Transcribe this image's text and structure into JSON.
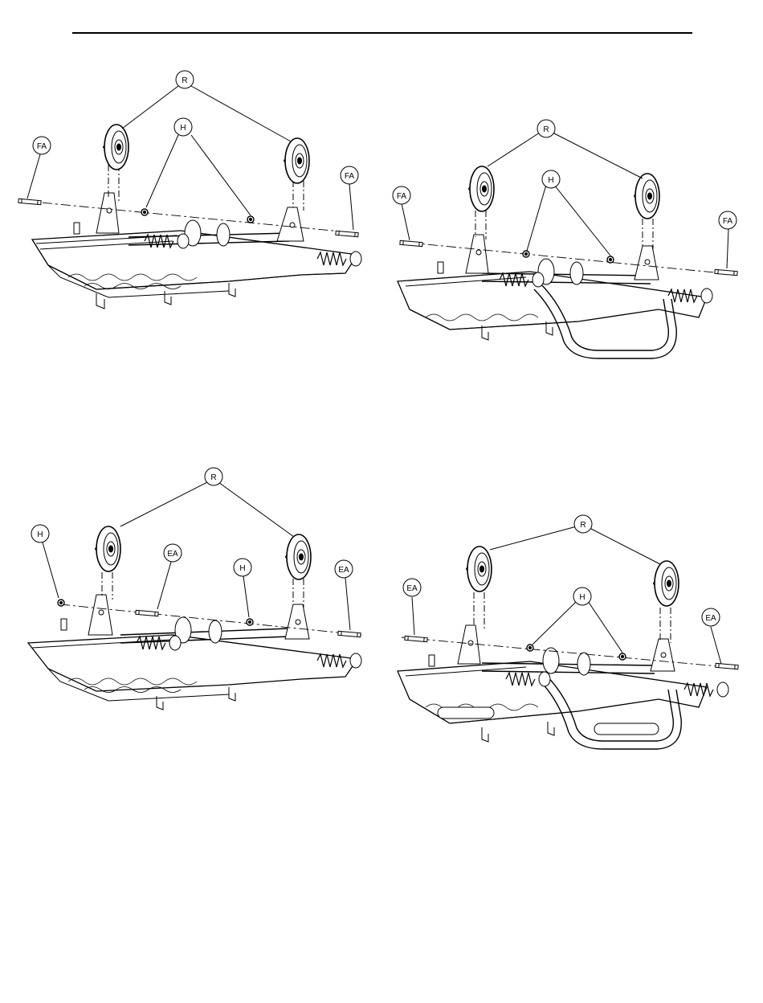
{
  "labels": {
    "roller": "R",
    "hardware": "H",
    "pin_fa": "FA",
    "pin_ea": "EA"
  },
  "colors": {
    "line": "#000000",
    "background": "#ffffff"
  }
}
